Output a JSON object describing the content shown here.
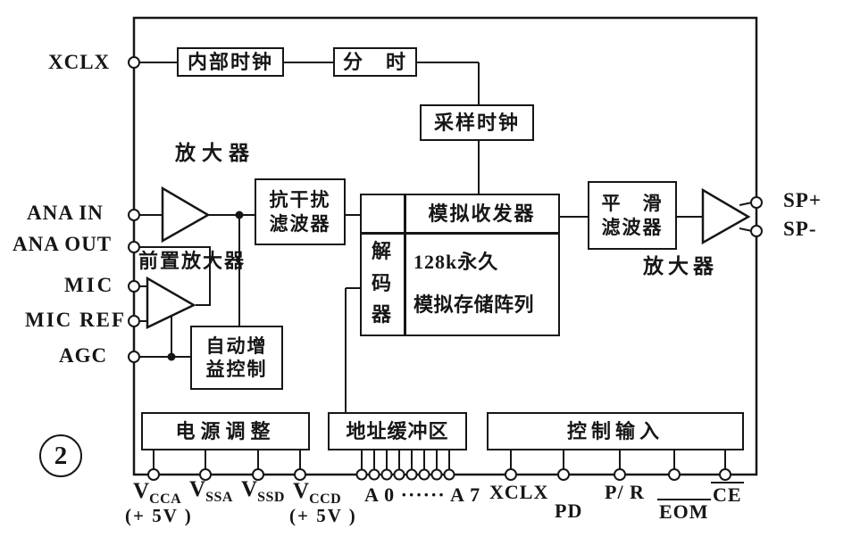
{
  "figure": {
    "number": "2"
  },
  "colors": {
    "ink": "#161616",
    "background": "#ffffff"
  },
  "pins": {
    "left": [
      "XCLX",
      "ANA IN",
      "ANA OUT",
      "MIC",
      "MIC REF",
      "AGC"
    ],
    "right": [
      "SP+",
      "SP-"
    ],
    "power": [
      {
        "v": "V",
        "sub": "CCA",
        "note": "(+ 5V )"
      },
      {
        "v": "V",
        "sub": "SSA",
        "note": ""
      },
      {
        "v": "V",
        "sub": "SSD",
        "note": ""
      },
      {
        "v": "V",
        "sub": "CCD",
        "note": "(+ 5V )"
      }
    ],
    "address_range": "A 0 ······ A 7",
    "control": [
      "XCLX",
      "PD",
      "P/ R",
      "EOM",
      "CE"
    ]
  },
  "blocks": {
    "internal_clock": "内部时钟",
    "divider": "分　时",
    "sample_clock": "采样时钟",
    "amp_top_label": "放大器",
    "preamp_label": "前置放大器",
    "anti_jam": [
      "抗干扰",
      "滤波器"
    ],
    "transceiver": "模拟收发器",
    "decoder": [
      "解",
      "码",
      "器"
    ],
    "storage": [
      "128k永久",
      "模拟存储阵列"
    ],
    "smooth": [
      "平　滑",
      "滤波器"
    ],
    "amp_right_label": "放大器",
    "agc_block": [
      "自动增",
      "益控制"
    ],
    "power_reg": "电源调整",
    "addr_buf": "地址缓冲区",
    "control_in": "控制输入"
  }
}
